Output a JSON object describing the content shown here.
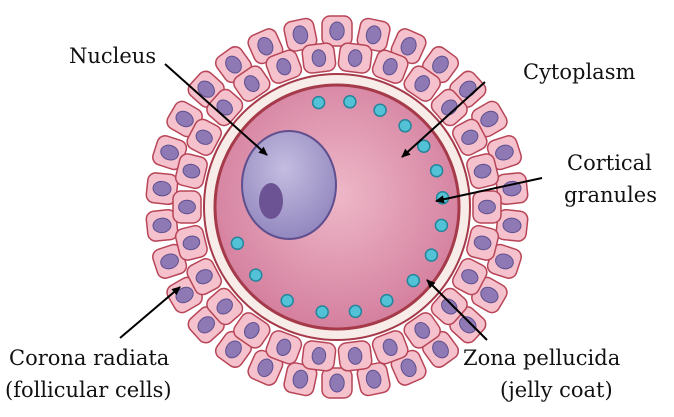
{
  "labels": {
    "nucleus": "Nucleus",
    "cytoplasm": "Cytoplasm",
    "cortical_line1": "Cortical",
    "cortical_line2": "granules",
    "corona_line1": "Corona radiata",
    "corona_line2": "(follicular cells)",
    "zona_line1": "Zona pellucida",
    "zona_line2": "(jelly coat)"
  },
  "colors": {
    "follicle_fill": "#f4c1cc",
    "follicle_stroke": "#b84557",
    "follicle_nucleus": "#8f79b5",
    "zona_fill": "#f8ece8",
    "zona_stroke": "#a53a4a",
    "cytoplasm_center": "#eab0c3",
    "cytoplasm_edge": "#d47f9e",
    "nucleus_fill": "#a196c6",
    "nucleus_stroke": "#5f4f8e",
    "nucleolus_fill": "#6c5394",
    "granule_fill": "#54c2d6",
    "granule_stroke": "#25859a",
    "arrow": "#000000"
  }
}
